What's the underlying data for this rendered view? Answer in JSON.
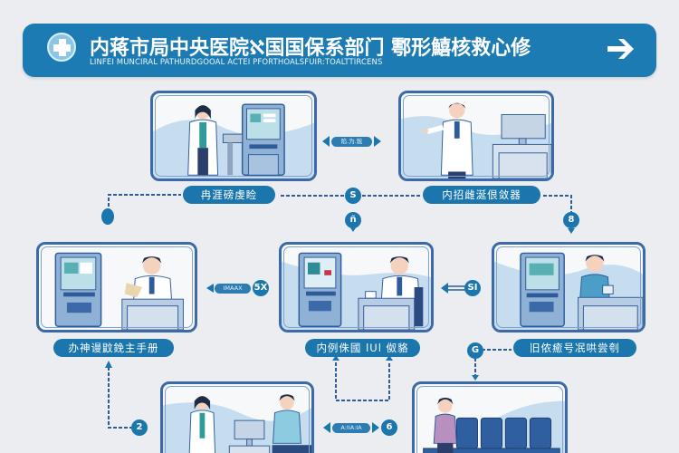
{
  "header": {
    "title": "内蒋市局中央医院ℵ国国保系部门 鄠形鱚核救心修",
    "subtitle": "LINFEI MUNCIRAL PATHURDGOOAL ACTEI PFORTHOALSFUIR:TOALTTIRCENS",
    "icons": {
      "left": "medical-cross-icon",
      "right": "arrow-right-icon"
    }
  },
  "colors": {
    "background": "#ebedf0",
    "banner": "#1c7bb3",
    "pill": "#1b76ad",
    "panel_border": "#3c6aa8",
    "accent_light": "#8cc6e6"
  },
  "steps": [
    {
      "id": "registration-desk",
      "label": "冉涯磅虔睑",
      "scene": "doctor-with-kiosk"
    },
    {
      "id": "consultation",
      "label": "内招雌涎佷敛器",
      "scene": "doctor-pointing"
    },
    {
      "id": "self-service-registration",
      "label": "办神谩鼤鋔主手册",
      "scene": "kiosk-and-doctor-at-desk"
    },
    {
      "id": "examination",
      "label": "内例侏國 lUl 伮貉",
      "scene": "kiosk-and-seated-doctor"
    },
    {
      "id": "payment",
      "label": "旧侬癒号冺哄尝刳",
      "scene": "kiosk-and-patient"
    },
    {
      "id": "doctor-patient",
      "label": "",
      "scene": "doctor-and-patient"
    },
    {
      "id": "waiting-area",
      "label": "",
      "scene": "waiting-room"
    }
  ],
  "connectors": [
    {
      "name": "top-double-arrow",
      "text": "陷.为.鋐",
      "badge": ""
    },
    {
      "name": "top-junction",
      "badge": "S"
    },
    {
      "name": "top-down",
      "badge": "ñ"
    },
    {
      "name": "right-down",
      "badge": "8"
    },
    {
      "name": "left-down",
      "badge": ""
    },
    {
      "name": "mid-left-arrow",
      "text": "IMAAX",
      "badge": "5X"
    },
    {
      "name": "mid-right-arrow",
      "text": "",
      "badge": "SI"
    },
    {
      "name": "mid-right-junction",
      "badge": "G"
    },
    {
      "name": "bottom-left",
      "badge": "2"
    },
    {
      "name": "bottom-double-arrow",
      "text": "A:IIA:IA",
      "badge": "6"
    }
  ]
}
